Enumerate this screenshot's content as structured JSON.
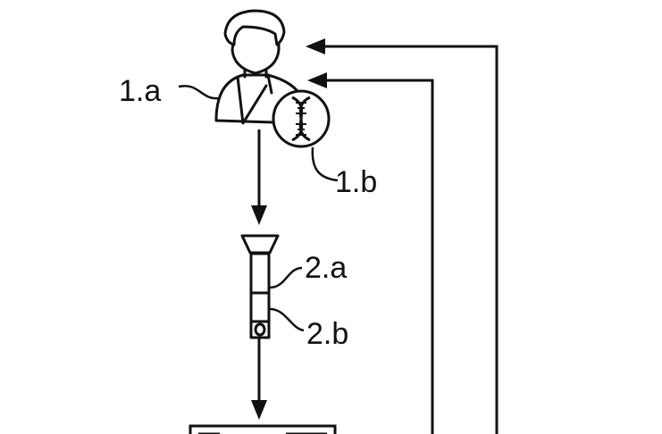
{
  "labels": {
    "person": "1.a",
    "dna": "1.b",
    "funnel_tube": "2.a",
    "tube_cap": "2.b"
  },
  "icons": {
    "person": "person-bust-icon",
    "dna": "dna-helix-icon",
    "collection_tube": "saliva-collection-tube-icon",
    "device": "device-box-icon"
  },
  "colors": {
    "ink": "#111111",
    "background": "#ffffff"
  }
}
